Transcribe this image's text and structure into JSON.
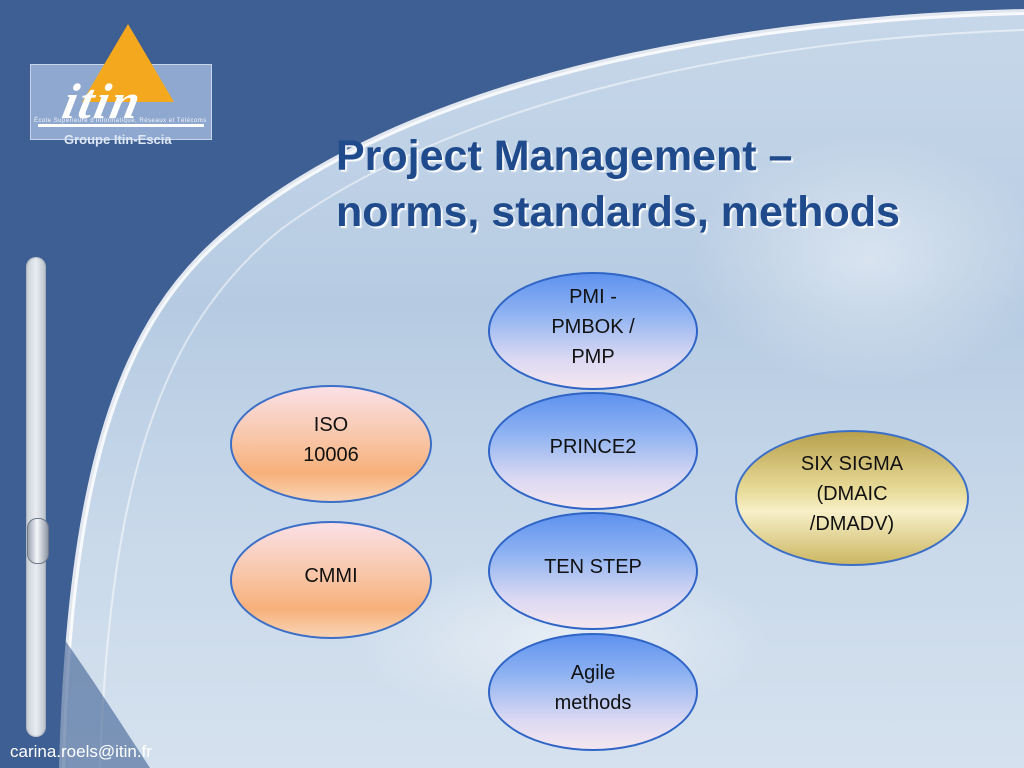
{
  "slide": {
    "title_line1": "Project Management –",
    "title_line2": "norms, standards, methods",
    "footer_email": "carina.roels@itin.fr"
  },
  "logo": {
    "wordmark": "itin",
    "tagline": "École Supérieure d'Informatique, Réseaux et Télécoms",
    "group": "Groupe Itin-Escia"
  },
  "nodes": {
    "pmi": {
      "line1": "PMI -",
      "line2": "PMBOK /",
      "line3": "PMP"
    },
    "prince2": {
      "line1": "PRINCE2"
    },
    "tenstep": {
      "line1": "TEN STEP"
    },
    "agile": {
      "line1": "Agile",
      "line2": "methods"
    },
    "iso": {
      "line1": "ISO",
      "line2": "10006"
    },
    "cmmi": {
      "line1": "CMMI"
    },
    "sixsigma": {
      "line1": "SIX SIGMA",
      "line2": "(DMAIC",
      "line3": "/DMADV)"
    }
  },
  "colors": {
    "title": "#1f4a8c",
    "background_blue": "#3d5f93",
    "node_border": "#2f65c6",
    "logo_triangle": "#f4a81e"
  }
}
